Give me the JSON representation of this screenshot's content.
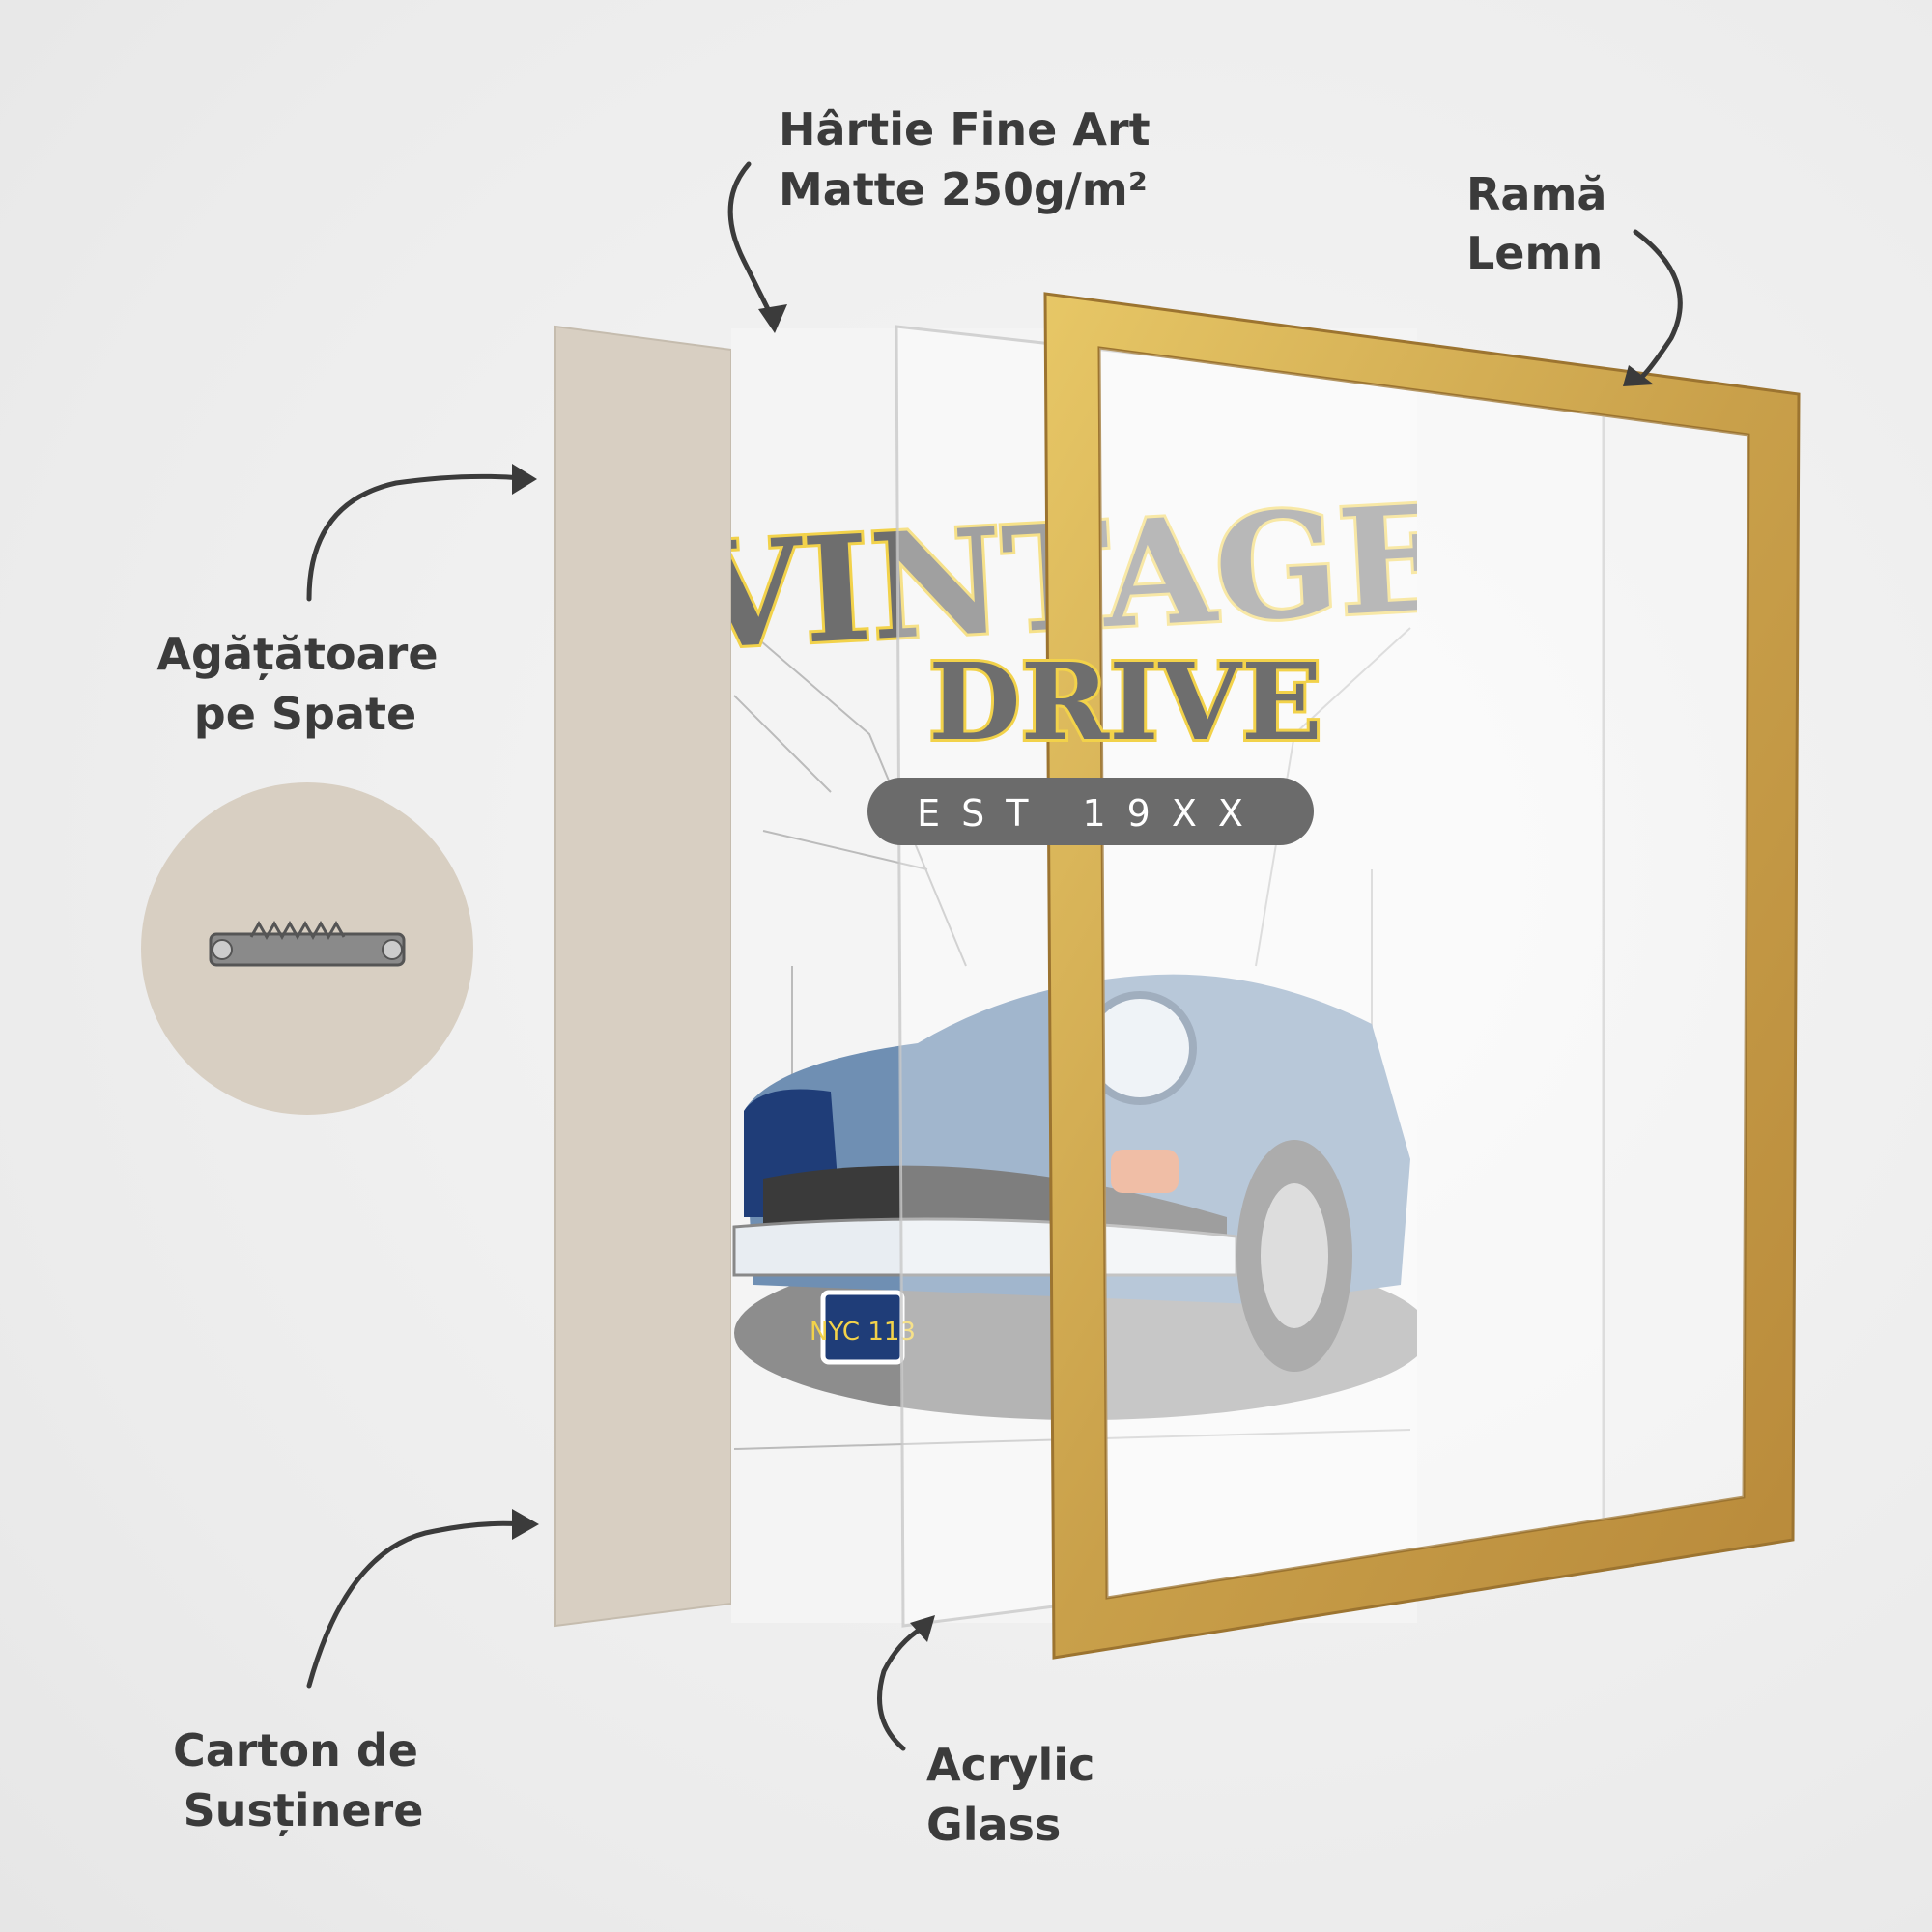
{
  "labels": {
    "paper_line1": "Hârtie Fine Art",
    "paper_line2": "Matte 250g/m²",
    "frame_line1": "Ramă",
    "frame_line2": "Lemn",
    "hanger_line1": "Agățătoare",
    "hanger_line2": "pe Spate",
    "backing_line1": "Carton de",
    "backing_line2": "Susținere",
    "acrylic_line1": "Acrylic",
    "acrylic_line2": "Glass"
  },
  "artwork": {
    "title_top": "VINTAGE",
    "title_bottom": "DRIVE",
    "badge": "EST 19XX",
    "plate": "NYC 113"
  },
  "colors": {
    "frame_gold": "#d4aa4a",
    "cardboard": "#d8cfc2",
    "title_yellow": "#f2d24a",
    "title_gray": "#6e6e6e",
    "car_blue": "#6f8fb3",
    "plate_blue": "#1f3d78",
    "label_text": "#3b3b3b"
  }
}
